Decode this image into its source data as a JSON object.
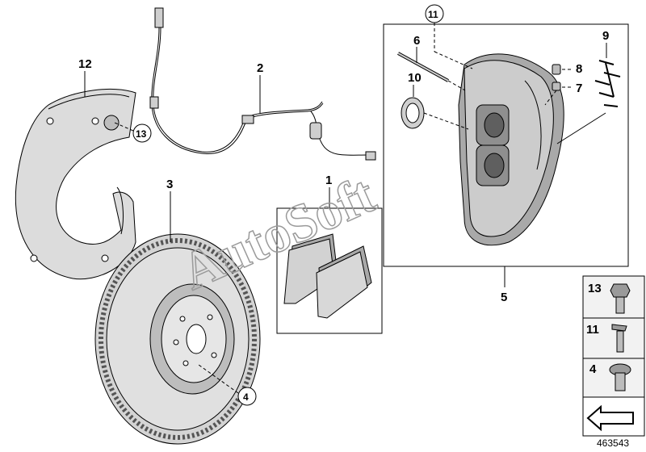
{
  "callouts": {
    "c1": "1",
    "c2": "2",
    "c3": "3",
    "c4": "4",
    "c5": "5",
    "c6": "6",
    "c7": "7",
    "c8": "8",
    "c9": "9",
    "c10": "10",
    "c11": "11",
    "c12": "12",
    "c13": "13"
  },
  "legend": [
    {
      "label": "13",
      "icon": "flange-bolt-icon"
    },
    {
      "label": "11",
      "icon": "screw-icon"
    },
    {
      "label": "4",
      "icon": "hex-socket-bolt-icon"
    }
  ],
  "watermark": "AutoSoft",
  "reference_number": "463543",
  "colors": {
    "part_fill": "#d9d9d9",
    "part_dark": "#8c8c8c",
    "box_border": "#000000",
    "legend_bg": "#f2f2f2"
  }
}
